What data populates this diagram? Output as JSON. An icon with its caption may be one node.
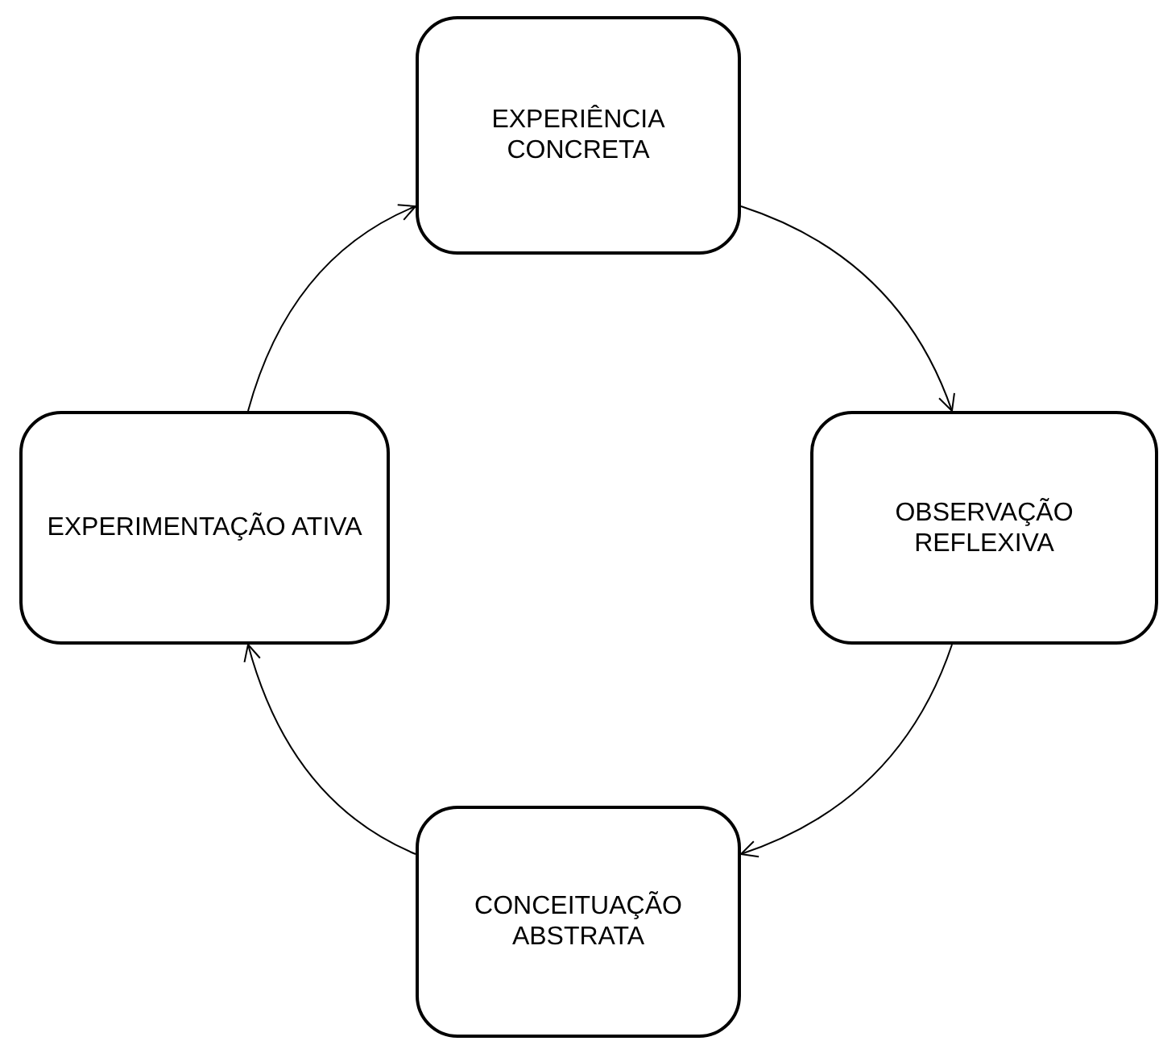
{
  "diagram": {
    "nodes": [
      {
        "text": [
          "EXPERIÊNCIA CONCRETA"
        ]
      },
      {
        "text": [
          "OBSERVAÇÃO REFLEXIVA"
        ]
      },
      {
        "text": [
          "CONCEITUAÇÃO ABSTRATA"
        ]
      },
      {
        "text": [
          "EXPERIMENTAÇÃO ATIVA"
        ]
      }
    ],
    "edges": [
      {
        "from": 0,
        "to": 1,
        "arrow": "to"
      },
      {
        "from": 1,
        "to": 2,
        "arrow": "to"
      },
      {
        "from": 2,
        "to": 3,
        "arrow": "to"
      },
      {
        "from": 3,
        "to": 0,
        "arrow": "to"
      }
    ]
  }
}
